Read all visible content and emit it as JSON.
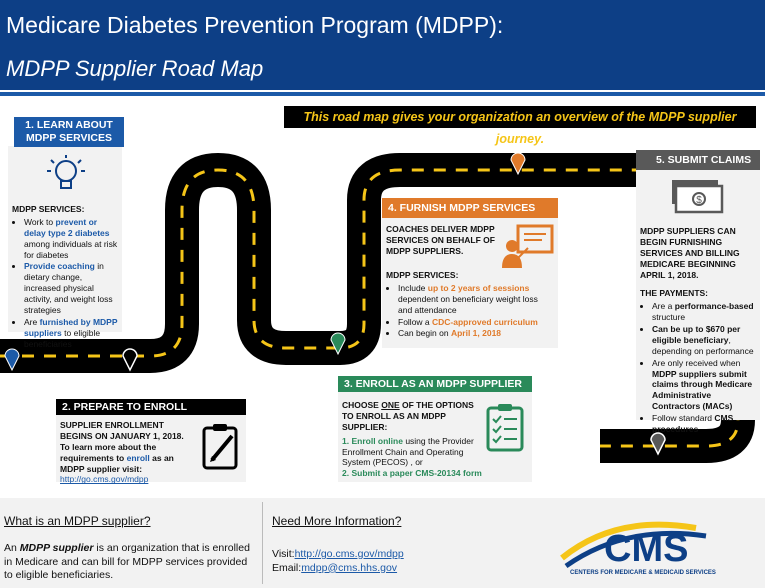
{
  "header": {
    "title": "Medicare Diabetes Prevention Program (MDPP):",
    "subtitle": "MDPP Supplier Road Map"
  },
  "intro": "This road map gives your organization an overview of the MDPP supplier journey.",
  "step1": {
    "title_line1": "1. LEARN ABOUT",
    "title_line2": "MDPP SERVICES",
    "label": "MDPP SERVICES:",
    "bullets": [
      {
        "pre": "Work to ",
        "hl": "prevent or delay type 2 diabetes",
        "post": " among individuals at risk for diabetes"
      },
      {
        "pre": "",
        "hl": "Provide coaching",
        "post": " in dietary change, increased physical activity, and weight loss strategies"
      },
      {
        "pre": "Are ",
        "hl": "furnished by MDPP suppliers",
        "post": " to eligible beneficiaries"
      }
    ]
  },
  "step2": {
    "title": "2. PREPARE TO ENROLL",
    "line1": "SUPPLIER ENROLLMENT BEGINS ON JANUARY 1, 2018.",
    "line2_pre": "To learn more about the requirements to ",
    "line2_b": "enroll",
    "line2_post": " as an MDPP supplier visit:",
    "link": "http://go.cms.gov/mdpp"
  },
  "step3": {
    "title": "3. ENROLL AS AN MDPP SUPPLIER",
    "intro_pre": "CHOOSE ",
    "intro_u": "ONE",
    "intro_post": " OF THE OPTIONS TO ENROLL AS AN MDPP SUPPLIER:",
    "opt1_num": "1.",
    "opt1_hl": "Enroll online",
    "opt1_post": " using the Provider Enrollment Chain and Operating System (PECOS) , or",
    "opt2_num": "2.",
    "opt2_hl": "Submit a paper CMS-20134 form"
  },
  "step4": {
    "title": "4. FURNISH MDPP SERVICES",
    "intro": "COACHES DELIVER MDPP SERVICES ON BEHALF OF MDPP SUPPLIERS.",
    "label": "MDPP SERVICES:",
    "b1_pre": "Include ",
    "b1_hl": "up to 2 years of sessions",
    "b1_post": " dependent on beneficiary weight loss and attendance",
    "b2_pre": "Follow a ",
    "b2_hl": "CDC-approved curriculum",
    "b3_pre": "Can begin on ",
    "b3_hl": "April 1, 2018"
  },
  "step5": {
    "title": "5. SUBMIT CLAIMS",
    "intro": "MDPP SUPPLIERS CAN BEGIN FURNISHING SERVICES AND BILLING MEDICARE BEGINNING APRIL 1, 2018.",
    "label": "THE PAYMENTS:",
    "b1_pre": "Are a ",
    "b1_b": "performance-based",
    "b1_post": " structure",
    "b2_b": "Can be up to $670 per eligible beneficiary",
    "b2_post": ", depending on performance",
    "b3_pre": "Are only received when ",
    "b3_b": "MDPP suppliers submit claims through Medicare Administrative Contractors (MACs)",
    "b4_pre": "Follow standard ",
    "b4_b": "CMS procedures"
  },
  "bottom": {
    "what_heading": "What is an MDPP supplier?",
    "what_pre": "An ",
    "what_em": "MDPP supplier",
    "what_post": " is an organization that is enrolled in Medicare and can bill for MDPP services provided to eligible beneficiaries.",
    "need_heading": "Need More Information?",
    "visit_label": "Visit:",
    "visit_link": "http://go.cms.gov/mdpp",
    "email_label": "Email:",
    "email_link": "mdpp@cms.hhs.gov",
    "logo_text": "CMS",
    "logo_sub": "CENTERS FOR MEDICARE & MEDICAID SERVICES"
  },
  "icons": [
    "lightbulb-icon",
    "clipboard-pen-icon",
    "checklist-icon",
    "teacher-icon",
    "money-icon",
    "map-pin-icon"
  ],
  "colors": {
    "navy": "#0d3f86",
    "blue": "#1c5aa8",
    "orange": "#e07a2a",
    "green": "#2a8a5a",
    "gold": "#f5c518",
    "gray": "#595959"
  }
}
